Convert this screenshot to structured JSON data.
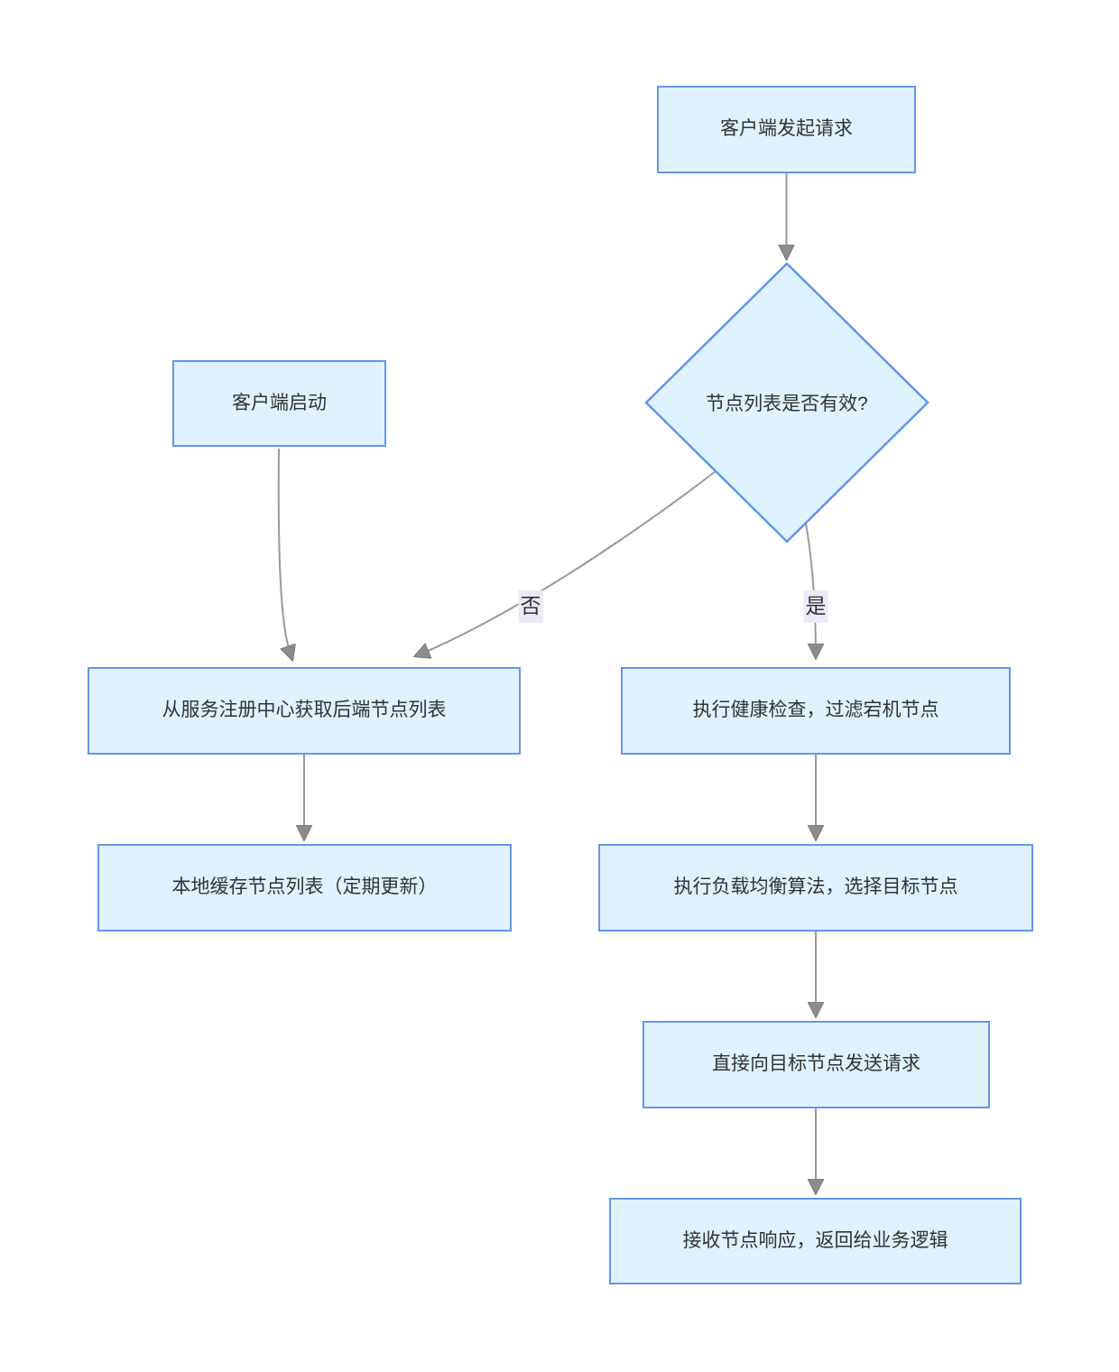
{
  "diagram": {
    "type": "flowchart",
    "background_color": "#ffffff",
    "node_fill_color": "#dff2fd",
    "node_border_color": "#6495ed",
    "node_text_color": "#333333",
    "edge_color": "#999999",
    "arrowhead_color": "#8c8c8c",
    "edge_label_bg_color": "#eee9f8",
    "nodes": {
      "start_request": {
        "label": "客户端发起请求",
        "shape": "rect"
      },
      "decision_valid": {
        "label": "节点列表是否有效?",
        "shape": "diamond"
      },
      "client_boot": {
        "label": "客户端启动",
        "shape": "rect"
      },
      "fetch_nodes": {
        "label": "从服务注册中心获取后端节点列表",
        "shape": "rect"
      },
      "cache_nodes": {
        "label": "本地缓存节点列表（定期更新）",
        "shape": "rect"
      },
      "health_check": {
        "label": "执行健康检查，过滤宕机节点",
        "shape": "rect"
      },
      "lb_algorithm": {
        "label": "执行负载均衡算法，选择目标节点",
        "shape": "rect"
      },
      "send_request": {
        "label": "直接向目标节点发送请求",
        "shape": "rect"
      },
      "receive_response": {
        "label": "接收节点响应，返回给业务逻辑",
        "shape": "rect"
      }
    },
    "edges": [
      {
        "from": "start_request",
        "to": "decision_valid",
        "label": ""
      },
      {
        "from": "decision_valid",
        "to": "fetch_nodes",
        "label": "否"
      },
      {
        "from": "decision_valid",
        "to": "health_check",
        "label": "是"
      },
      {
        "from": "client_boot",
        "to": "fetch_nodes",
        "label": ""
      },
      {
        "from": "fetch_nodes",
        "to": "cache_nodes",
        "label": ""
      },
      {
        "from": "health_check",
        "to": "lb_algorithm",
        "label": ""
      },
      {
        "from": "lb_algorithm",
        "to": "send_request",
        "label": ""
      },
      {
        "from": "send_request",
        "to": "receive_response",
        "label": ""
      }
    ],
    "edge_labels": {
      "no": "否",
      "yes": "是"
    }
  }
}
